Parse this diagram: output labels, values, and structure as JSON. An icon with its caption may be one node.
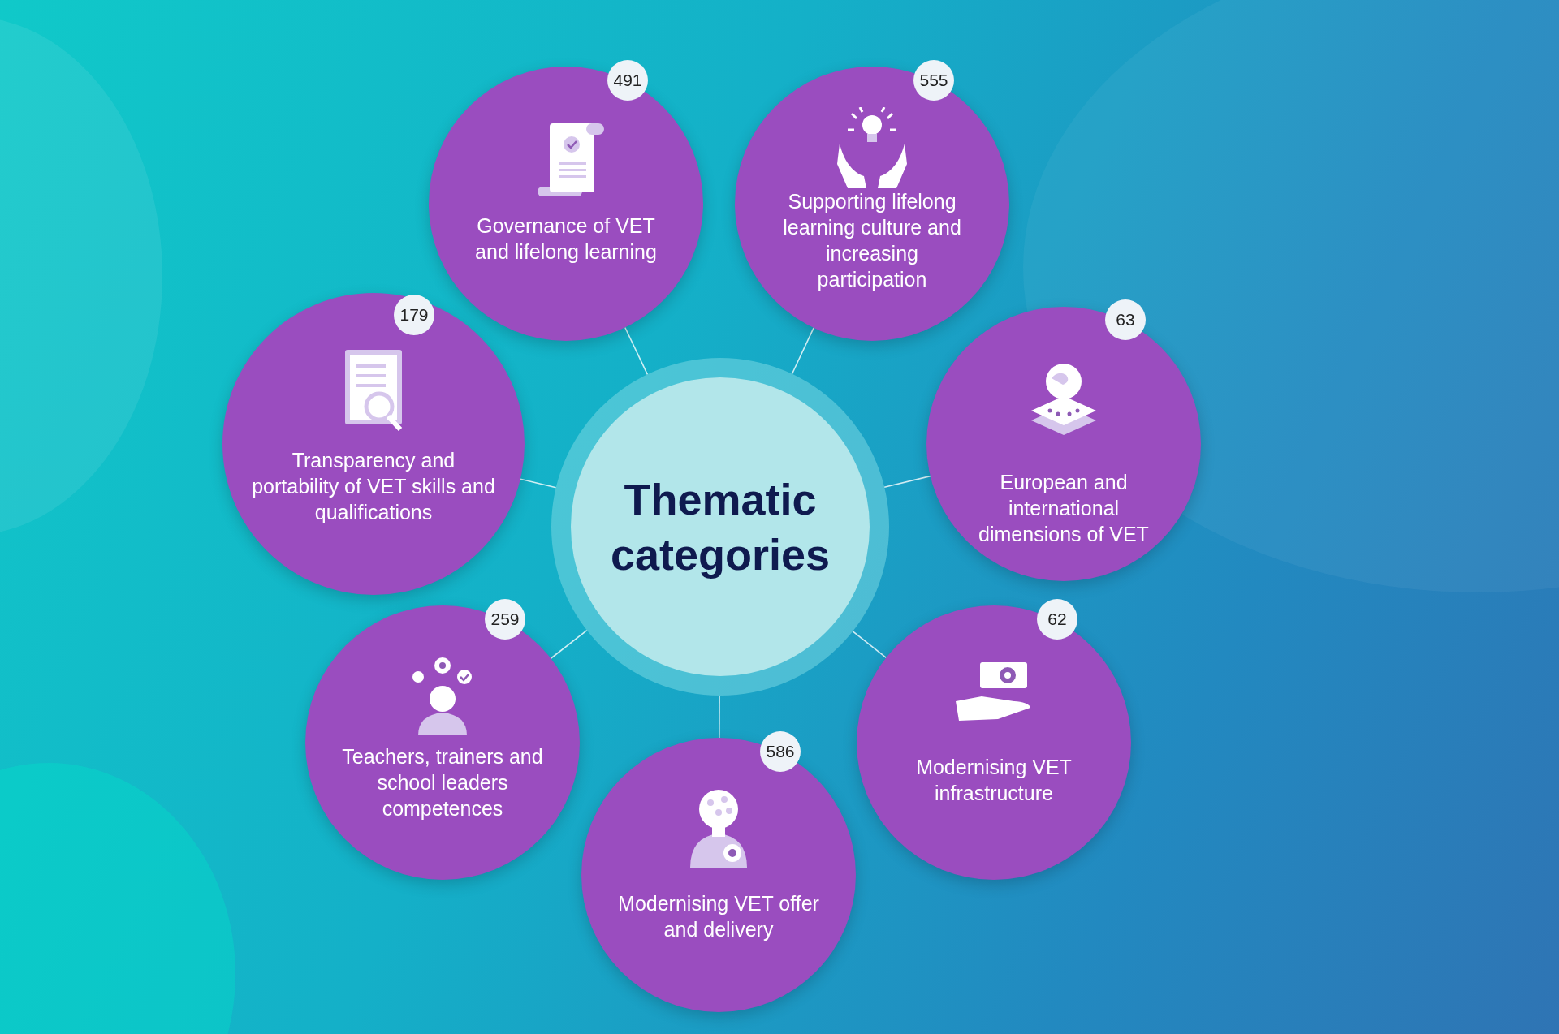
{
  "diagram": {
    "nodes": [
      {
        "text": [
          "Thematic categories"
        ]
      },
      {
        "text": [
          "491",
          "Governance of VET and lifelong learning"
        ]
      },
      {
        "text": [
          "555",
          "Supporting lifelong learning culture and increasing participation"
        ]
      },
      {
        "text": [
          "63",
          "European and international dimensions of VET"
        ]
      },
      {
        "text": [
          "62",
          "Modernising VET infrastructure"
        ]
      },
      {
        "text": [
          "586",
          "Modernising VET offer and delivery"
        ]
      },
      {
        "text": [
          "259",
          "Teachers, trainers and school leaders competences"
        ]
      },
      {
        "text": [
          "179",
          "Transparency and portability of VET skills and qualifications"
        ]
      }
    ],
    "edges": [
      {
        "from": 0,
        "to": 1,
        "arrow": "none"
      },
      {
        "from": 0,
        "to": 2,
        "arrow": "none"
      },
      {
        "from": 0,
        "to": 3,
        "arrow": "none"
      },
      {
        "from": 0,
        "to": 4,
        "arrow": "none"
      },
      {
        "from": 0,
        "to": 5,
        "arrow": "none"
      },
      {
        "from": 0,
        "to": 6,
        "arrow": "none"
      },
      {
        "from": 0,
        "to": 7,
        "arrow": "none"
      }
    ]
  }
}
